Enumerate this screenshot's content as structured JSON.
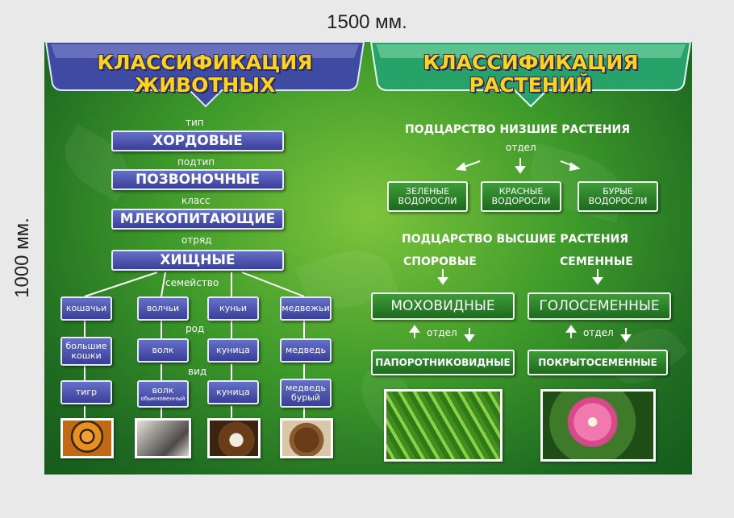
{
  "dimensions": {
    "width_label": "1500 мм.",
    "height_label": "1000 мм."
  },
  "animals": {
    "title_line1": "КЛАССИФИКАЦИЯ",
    "title_line2": "ЖИВОТНЫХ",
    "rank_type": "тип",
    "type": "ХОРДОВЫЕ",
    "rank_subtype": "подтип",
    "subtype": "ПОЗВОНОЧНЫЕ",
    "rank_class": "класс",
    "class": "МЛЕКОПИТАЮЩИЕ",
    "rank_order": "отряд",
    "order": "ХИЩНЫЕ",
    "rank_family": "семейство",
    "families": [
      "кошачьи",
      "волчьи",
      "куньи",
      "медвежьи"
    ],
    "rank_genus": "род",
    "genera": [
      "большие кошки",
      "волк",
      "куница",
      "медведь"
    ],
    "rank_species": "вид",
    "species": [
      "тигр",
      "волк",
      "куница",
      "медведь бурый"
    ],
    "species_wolf_main": "волк",
    "species_wolf_sub": "обыкновенный",
    "photos": [
      "tiger-photo",
      "wolf-photo",
      "marten-photo",
      "bear-photo"
    ]
  },
  "plants": {
    "title_line1": "КЛАССИФИКАЦИЯ",
    "title_line2": "РАСТЕНИЙ",
    "lower_heading": "ПОДЦАРСТВО НИЗШИЕ РАСТЕНИЯ",
    "division_label": "отдел",
    "lower_divisions": [
      {
        "line1": "ЗЕЛЕНЫЕ",
        "line2": "ВОДОРОСЛИ"
      },
      {
        "line1": "КРАСНЫЕ",
        "line2": "ВОДОРОСЛИ"
      },
      {
        "line1": "БУРЫЕ",
        "line2": "ВОДОРОСЛИ"
      }
    ],
    "higher_heading": "ПОДЦАРСТВО ВЫСШИЕ РАСТЕНИЯ",
    "spore_label": "СПОРОВЫЕ",
    "seed_label": "СЕМЕННЫЕ",
    "spore_division": "МОХОВИДНЫЕ",
    "seed_division": "ГОЛОСЕМЕННЫЕ",
    "spore_division2": "ПАПОРОТНИКОВИДНЫЕ",
    "seed_division2": "ПОКРЫТОСЕМЕННЫЕ",
    "photos": [
      "fern-photo",
      "lily-photo"
    ]
  },
  "colors": {
    "title_yellow": "#ffd21e",
    "animal_box": "#3a3f98",
    "plant_box": "#1d6a1d",
    "background": "#3e9a2a"
  }
}
